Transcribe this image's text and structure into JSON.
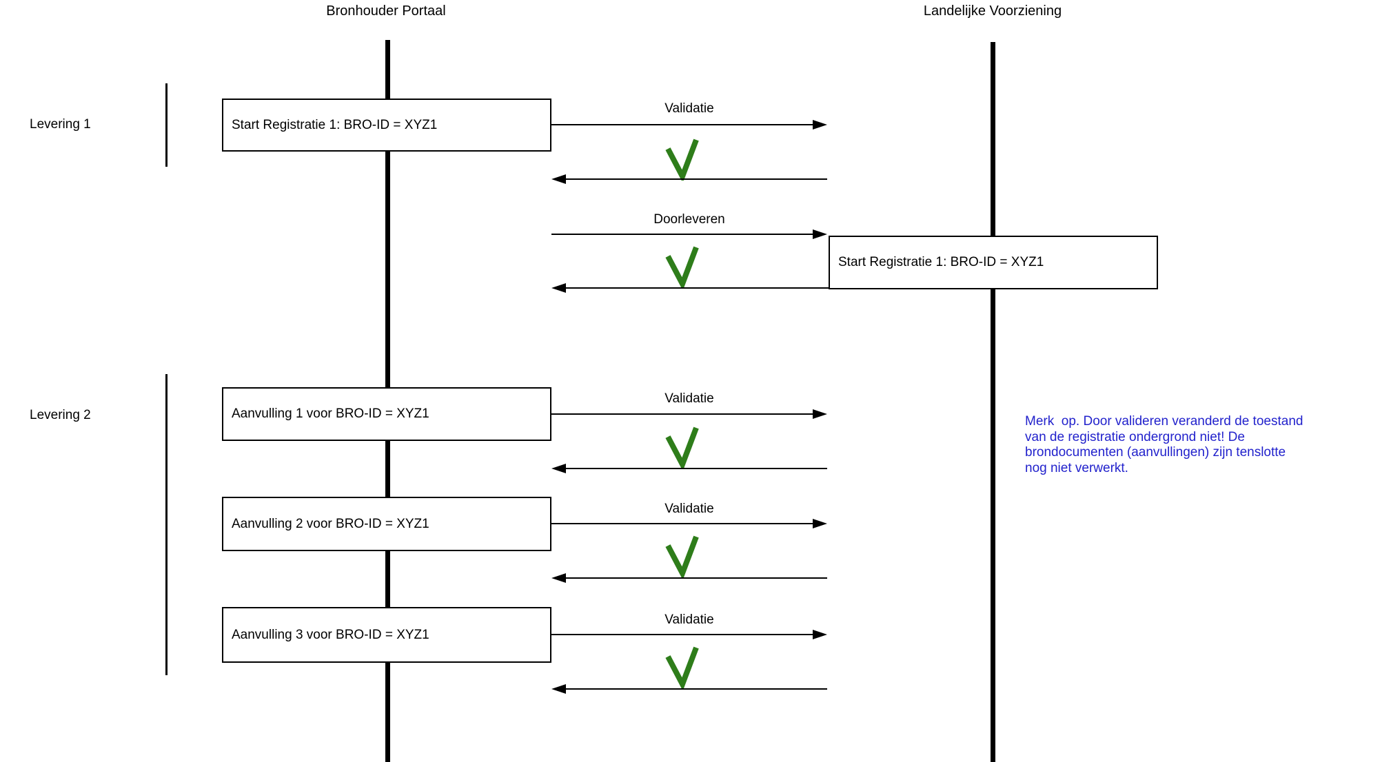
{
  "diagram": {
    "lifelines": [
      {
        "label": "Bronhouder Portaal"
      },
      {
        "label": "Landelijke Voorziening"
      }
    ],
    "groups": [
      {
        "label": "Levering 1"
      },
      {
        "label": "Levering 2"
      }
    ],
    "boxes": [
      {
        "label": "Start Registratie 1: BRO-ID = XYZ1"
      },
      {
        "label": "Start Registratie 1: BRO-ID = XYZ1"
      },
      {
        "label": "Aanvulling 1 voor BRO-ID = XYZ1"
      },
      {
        "label": "Aanvulling 2 voor BRO-ID = XYZ1"
      },
      {
        "label": "Aanvulling 3 voor BRO-ID = XYZ1"
      }
    ],
    "messages": [
      {
        "label": "Validatie",
        "result": "success-check"
      },
      {
        "label": "Doorleveren",
        "result": "success-check"
      },
      {
        "label": "Validatie",
        "result": "success-check"
      },
      {
        "label": "Validatie",
        "result": "success-check"
      },
      {
        "label": "Validatie",
        "result": "success-check"
      }
    ],
    "note": {
      "lines": [
        "Merk  op. Door valideren veranderd de toestand",
        "van de registratie ondergrond niet! De",
        "brondocumenten (aanvullingen) zijn tenslotte",
        "nog niet verwerkt."
      ],
      "color": "#2222CC"
    },
    "colors": {
      "check": "#2E7D1A",
      "line": "#000000"
    }
  }
}
